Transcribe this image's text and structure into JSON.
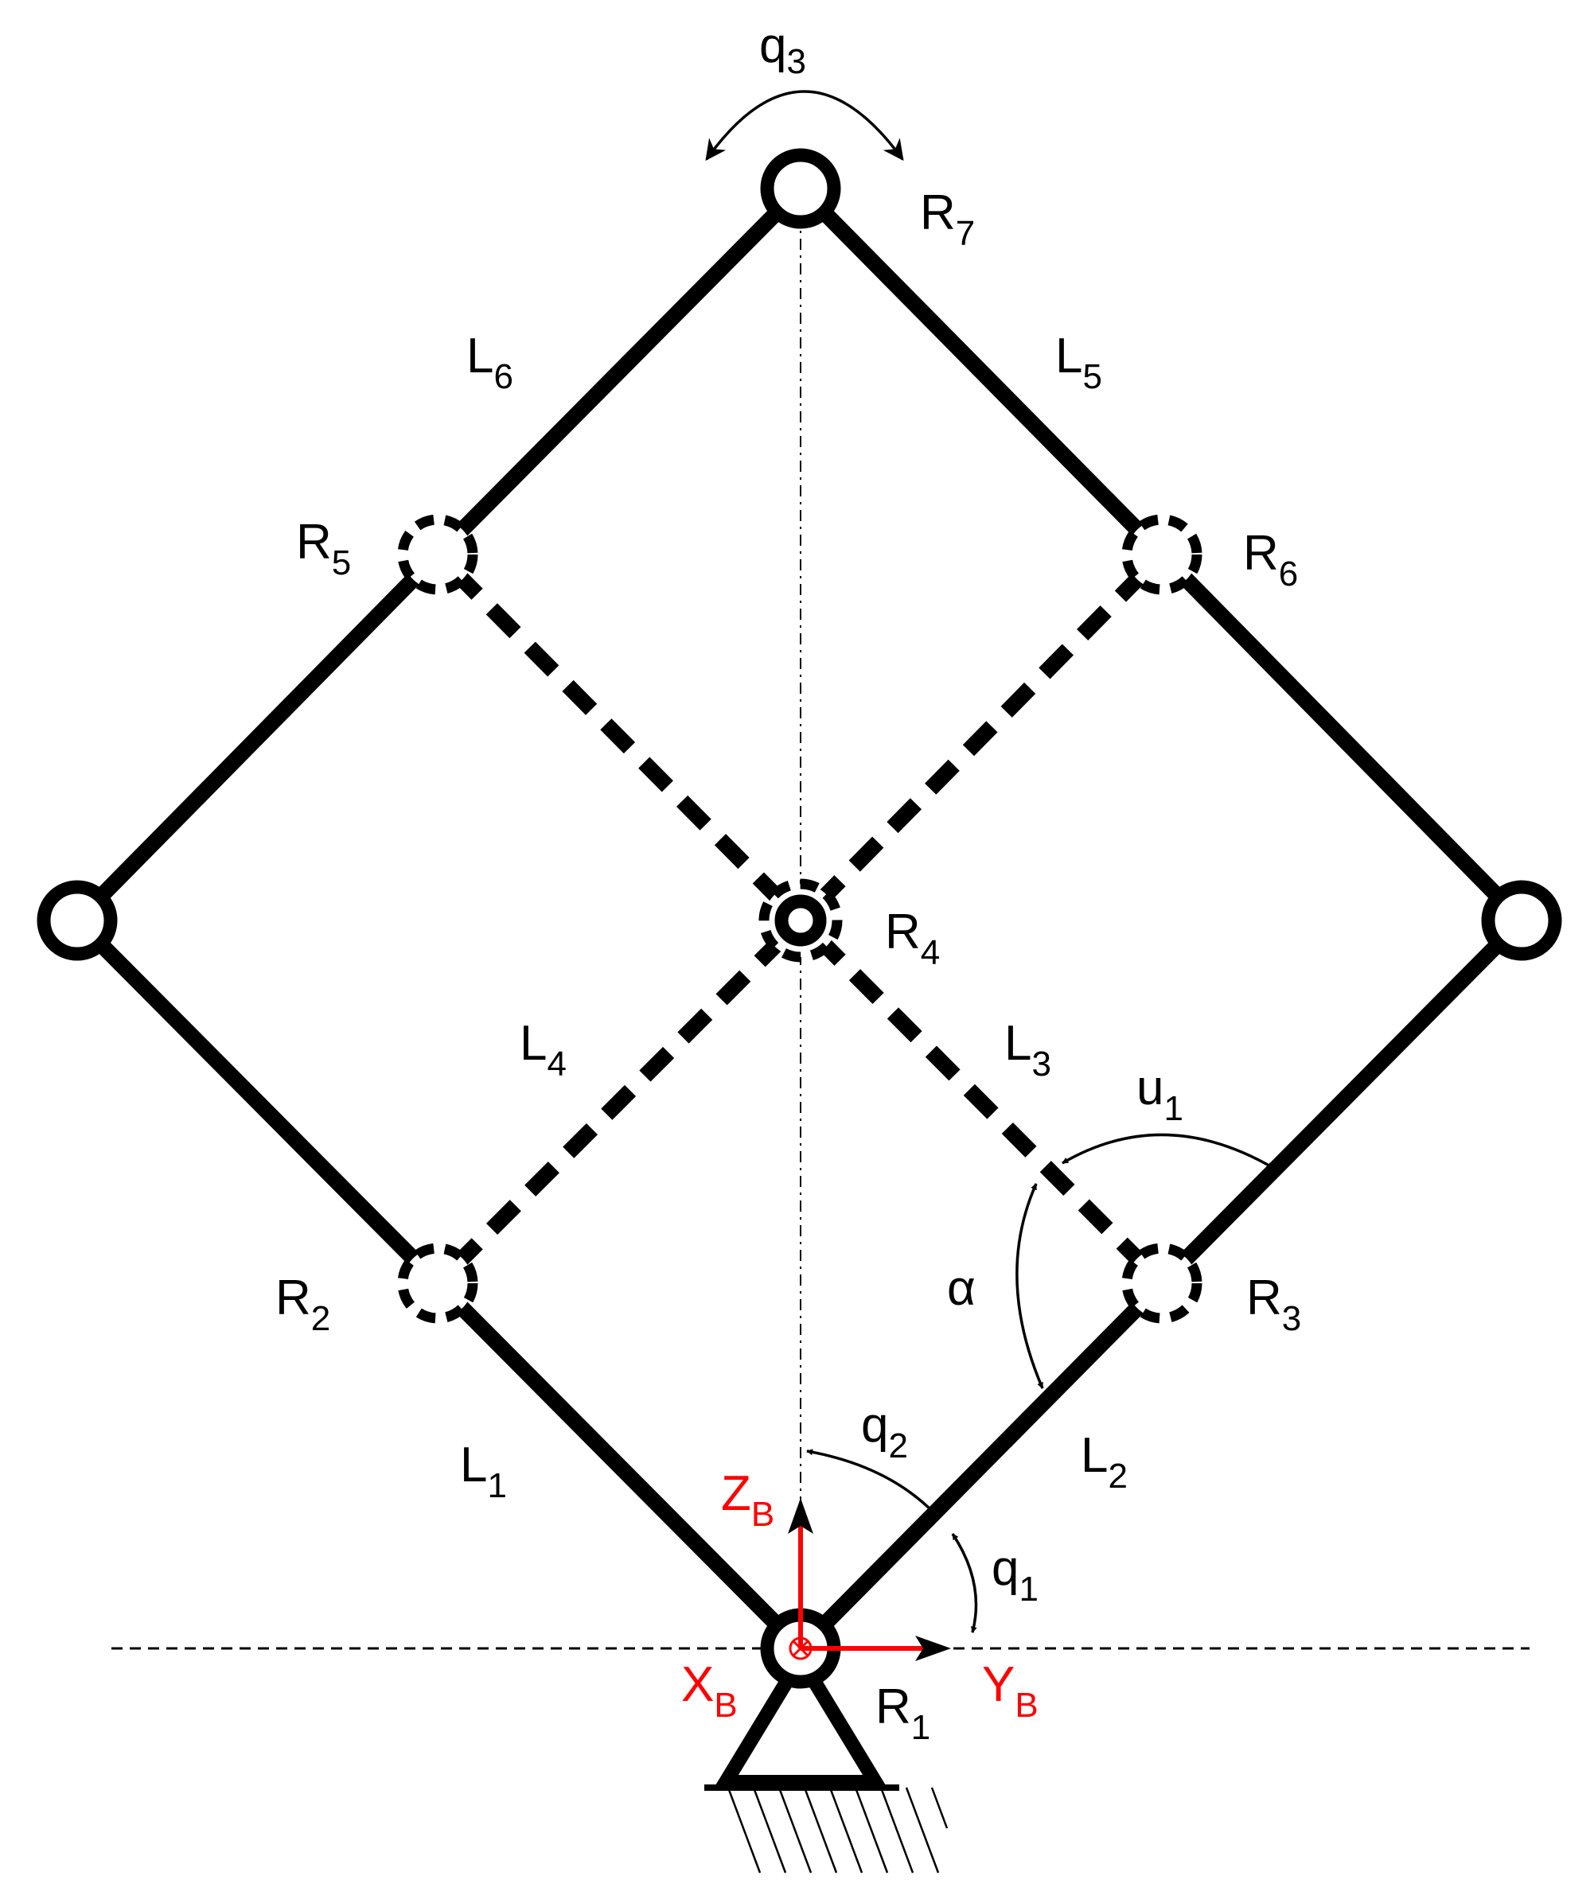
{
  "labels": {
    "q3": {
      "main": "q",
      "sub": "3"
    },
    "R7": {
      "main": "R",
      "sub": "7"
    },
    "L6": {
      "main": "L",
      "sub": "6"
    },
    "L5": {
      "main": "L",
      "sub": "5"
    },
    "R5": {
      "main": "R",
      "sub": "5"
    },
    "R6": {
      "main": "R",
      "sub": "6"
    },
    "R4": {
      "main": "R",
      "sub": "4"
    },
    "L4": {
      "main": "L",
      "sub": "4"
    },
    "L3": {
      "main": "L",
      "sub": "3"
    },
    "u1": {
      "main": "u",
      "sub": "1"
    },
    "R2": {
      "main": "R",
      "sub": "2"
    },
    "R3": {
      "main": "R",
      "sub": "3"
    },
    "alpha": {
      "main": "α"
    },
    "L1": {
      "main": "L",
      "sub": "1"
    },
    "L2": {
      "main": "L",
      "sub": "2"
    },
    "q2": {
      "main": "q",
      "sub": "2"
    },
    "q1": {
      "main": "q",
      "sub": "1"
    },
    "ZB": {
      "main": "Z",
      "sub": "B"
    },
    "XB": {
      "main": "X",
      "sub": "B"
    },
    "YB": {
      "main": "Y",
      "sub": "B"
    },
    "R1": {
      "main": "R",
      "sub": "1"
    }
  },
  "colors": {
    "frame_axes": "#ff0000",
    "links": "#000000",
    "background": "#ffffff"
  }
}
